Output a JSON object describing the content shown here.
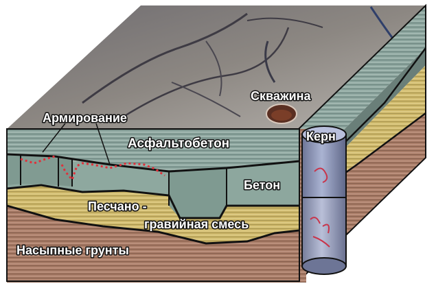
{
  "labels": {
    "reinforcement": "Армирование",
    "asphalt_concrete": "Асфальтобетон",
    "borehole": "Скважина",
    "core": "Керн",
    "concrete": "Бетон",
    "sand_gravel_line1": "Песчано -",
    "sand_gravel_line2": "гравийная смесь",
    "fill_soils": "Насыпные грунты"
  },
  "colors": {
    "asphalt_layer": "#8aa39c",
    "sand_gravel_layer": "#cdb76a",
    "fill_soil_layer": "#a77b66",
    "road_surface": "#8e8883",
    "reinforcement_dots": "#e0303a",
    "core_cylinder": "#8a94b8"
  }
}
